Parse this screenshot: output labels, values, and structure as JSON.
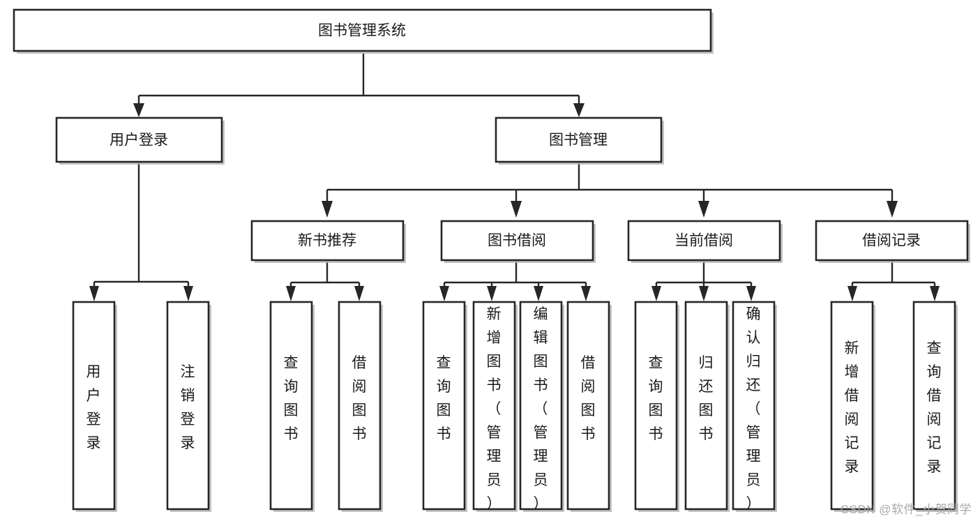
{
  "diagram": {
    "type": "tree",
    "title": "图书管理系统",
    "watermark": "CSDN @软件_小贺同学",
    "colors": {
      "box_fill": "#ffffff",
      "box_stroke": "#262626",
      "text": "#1a1a1a",
      "watermark": "#a8a8a8",
      "background": "#ffffff"
    },
    "levels": {
      "root": "图书管理系统",
      "level2": [
        "用户登录",
        "图书管理"
      ],
      "level3": [
        "新书推荐",
        "图书借阅",
        "当前借阅",
        "借阅记录"
      ]
    },
    "nodes": {
      "root": {
        "label": "图书管理系统",
        "orientation": "horizontal"
      },
      "n_user_login": {
        "label": "用户登录",
        "orientation": "horizontal"
      },
      "n_book_mgmt": {
        "label": "图书管理",
        "orientation": "horizontal"
      },
      "n_new_book": {
        "label": "新书推荐",
        "orientation": "horizontal"
      },
      "n_borrow": {
        "label": "图书借阅",
        "orientation": "horizontal"
      },
      "n_current": {
        "label": "当前借阅",
        "orientation": "horizontal"
      },
      "n_record": {
        "label": "借阅记录",
        "orientation": "horizontal"
      },
      "leaf_user_login": {
        "label": "用户登录",
        "orientation": "vertical"
      },
      "leaf_logout": {
        "label": "注销登录",
        "orientation": "vertical"
      },
      "leaf_query_book_1": {
        "label": "查询图书",
        "orientation": "vertical"
      },
      "leaf_borrow_book_1": {
        "label": "借阅图书",
        "orientation": "vertical"
      },
      "leaf_query_book_2": {
        "label": "查询图书",
        "orientation": "vertical"
      },
      "leaf_add_book": {
        "label": "新增图书（管理员）",
        "orientation": "vertical"
      },
      "leaf_edit_book": {
        "label": "编辑图书（管理员）",
        "orientation": "vertical"
      },
      "leaf_borrow_book_2": {
        "label": "借阅图书",
        "orientation": "vertical"
      },
      "leaf_query_book_3": {
        "label": "查询图书",
        "orientation": "vertical"
      },
      "leaf_return_book": {
        "label": "归还图书",
        "orientation": "vertical"
      },
      "leaf_confirm_return": {
        "label": "确认归还（管理员）",
        "orientation": "vertical"
      },
      "leaf_add_record": {
        "label": "新增借阅记录",
        "orientation": "vertical"
      },
      "leaf_query_record": {
        "label": "查询借阅记录",
        "orientation": "vertical"
      }
    },
    "edges": [
      {
        "from": "root",
        "to": "n_user_login"
      },
      {
        "from": "root",
        "to": "n_book_mgmt"
      },
      {
        "from": "n_user_login",
        "to": "leaf_user_login"
      },
      {
        "from": "n_user_login",
        "to": "leaf_logout"
      },
      {
        "from": "n_book_mgmt",
        "to": "n_new_book"
      },
      {
        "from": "n_book_mgmt",
        "to": "n_borrow"
      },
      {
        "from": "n_book_mgmt",
        "to": "n_current"
      },
      {
        "from": "n_book_mgmt",
        "to": "n_record"
      },
      {
        "from": "n_new_book",
        "to": "leaf_query_book_1"
      },
      {
        "from": "n_new_book",
        "to": "leaf_borrow_book_1"
      },
      {
        "from": "n_borrow",
        "to": "leaf_query_book_2"
      },
      {
        "from": "n_borrow",
        "to": "leaf_add_book"
      },
      {
        "from": "n_borrow",
        "to": "leaf_edit_book"
      },
      {
        "from": "n_borrow",
        "to": "leaf_borrow_book_2"
      },
      {
        "from": "n_current",
        "to": "leaf_query_book_3"
      },
      {
        "from": "n_current",
        "to": "leaf_return_book"
      },
      {
        "from": "n_current",
        "to": "leaf_confirm_return"
      },
      {
        "from": "n_record",
        "to": "leaf_add_record"
      },
      {
        "from": "n_record",
        "to": "leaf_query_record"
      }
    ]
  }
}
